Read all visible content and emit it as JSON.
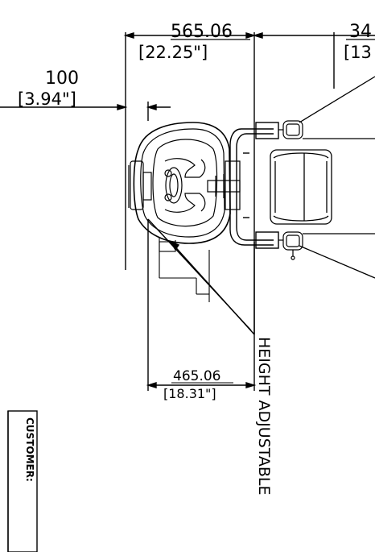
{
  "dimensions": {
    "overall_width_mm": "565.06",
    "overall_width_in": "[22.25\"]",
    "right_partial_mm": "34",
    "right_partial_in": "[13",
    "offset_mm": "100",
    "offset_in": "[3.94\"]",
    "base_width_mm": "465.06",
    "base_width_in": "[18.31\"]"
  },
  "notes": {
    "height_adjustable": "HEIGHT ADJUSTABLE"
  },
  "title_block": {
    "customer_label": "CUSTOMER:"
  }
}
